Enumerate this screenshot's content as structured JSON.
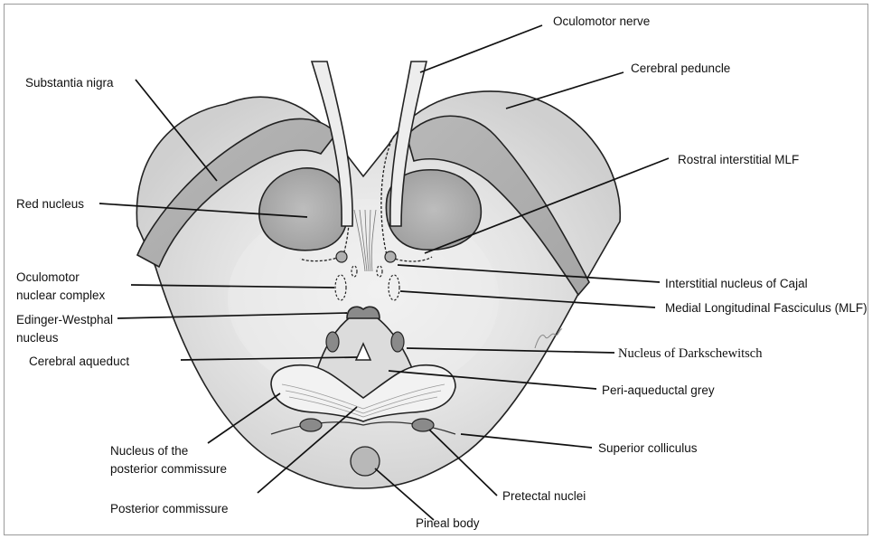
{
  "labels": {
    "oculomotor_nerve": "Oculomotor nerve",
    "cerebral_peduncle": "Cerebral peduncle",
    "substantia_nigra": "Substantia nigra",
    "rostral_interstitial_mlf": "Rostral interstitial MLF",
    "red_nucleus": "Red nucleus",
    "oculomotor_nuclear_complex": [
      "Oculomotor",
      "nuclear complex"
    ],
    "interstitial_nucleus_cajal": "Interstitial nucleus of Cajal",
    "mlf": "Medial Longitudinal Fasciculus (MLF)",
    "edinger_westphal": [
      "Edinger-Westphal",
      "nucleus"
    ],
    "nucleus_darkschewitsch": "Nucleus of Darkschewitsch",
    "cerebral_aqueduct": "Cerebral aqueduct",
    "peri_aqueductal_grey": "Peri-aqueductal grey",
    "nucleus_posterior_commissure": [
      "Nucleus of the",
      "posterior commissure"
    ],
    "superior_colliculus": "Superior colliculus",
    "posterior_commissure": "Posterior commissure",
    "pretectal_nuclei": "Pretectal nuclei",
    "pineal_body": "Pineal body"
  }
}
